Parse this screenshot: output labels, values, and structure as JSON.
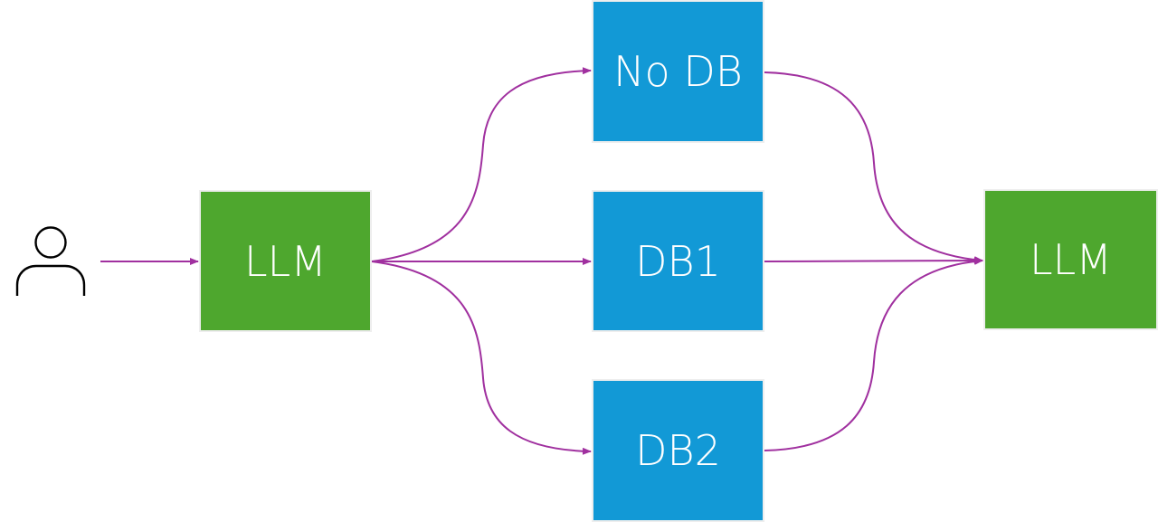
{
  "colors": {
    "llm_fill": "#4ea72e",
    "db_fill": "#1299d6",
    "arrow": "#a0309f",
    "icon": "#000000"
  },
  "icons": {
    "user": "user-icon"
  },
  "nodes": {
    "llm_input": {
      "label": "LLM"
    },
    "no_db": {
      "label": "No DB"
    },
    "db1": {
      "label": "DB1"
    },
    "db2": {
      "label": "DB2"
    },
    "llm_output": {
      "label": "LLM"
    }
  },
  "edges": [
    {
      "from": "user",
      "to": "llm_input"
    },
    {
      "from": "llm_input",
      "to": "no_db"
    },
    {
      "from": "llm_input",
      "to": "db1"
    },
    {
      "from": "llm_input",
      "to": "db2"
    },
    {
      "from": "no_db",
      "to": "llm_output"
    },
    {
      "from": "db1",
      "to": "llm_output"
    },
    {
      "from": "db2",
      "to": "llm_output"
    }
  ]
}
